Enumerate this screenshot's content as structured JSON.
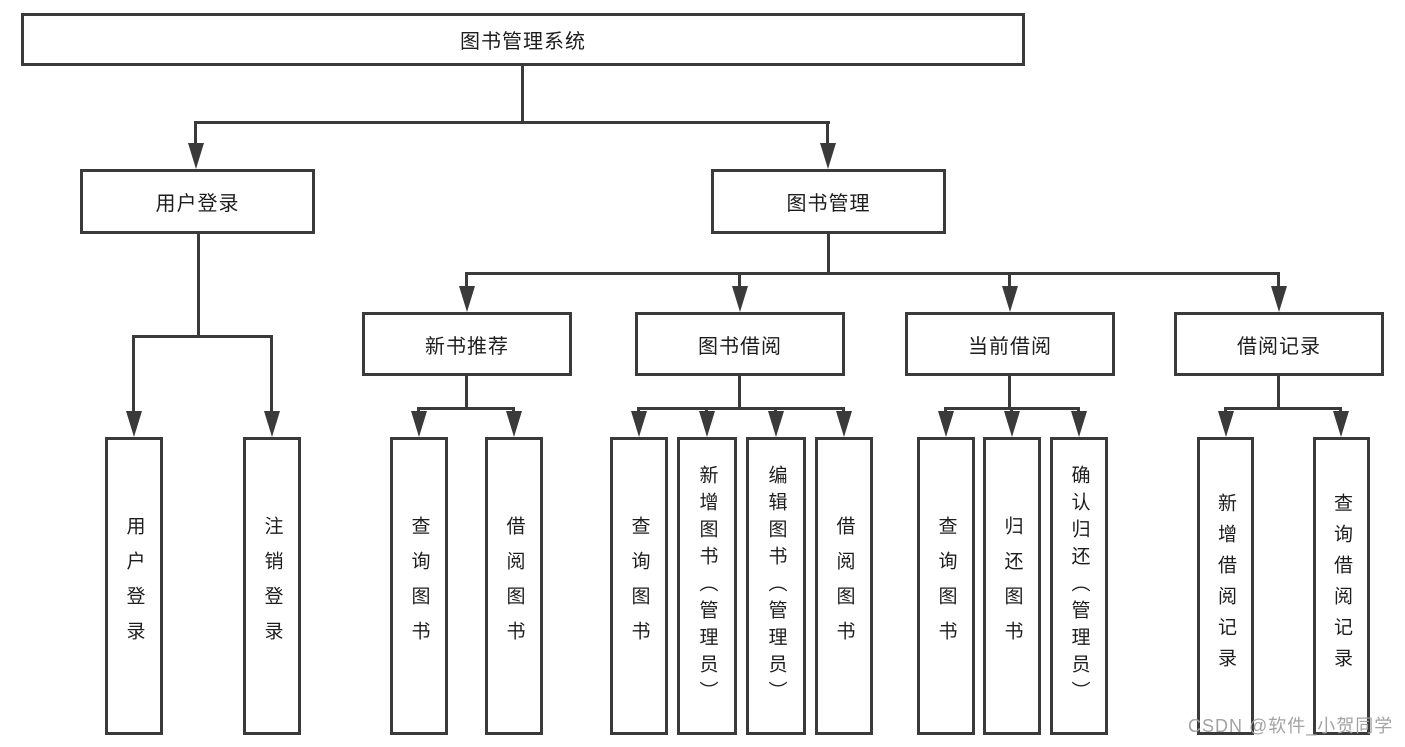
{
  "tree": {
    "label": "图书管理系统",
    "children": [
      {
        "label": "用户登录",
        "children": [
          {
            "label": "用户登录"
          },
          {
            "label": "注销登录"
          }
        ]
      },
      {
        "label": "图书管理",
        "children": [
          {
            "label": "新书推荐",
            "children": [
              {
                "label": "查询图书"
              },
              {
                "label": "借阅图书"
              }
            ]
          },
          {
            "label": "图书借阅",
            "children": [
              {
                "label": "查询图书"
              },
              {
                "label": "新增图书（管理员）"
              },
              {
                "label": "编辑图书（管理员）"
              },
              {
                "label": "借阅图书"
              }
            ]
          },
          {
            "label": "当前借阅",
            "children": [
              {
                "label": "查询图书"
              },
              {
                "label": "归还图书"
              },
              {
                "label": "确认归还（管理员）"
              }
            ]
          },
          {
            "label": "借阅记录",
            "children": [
              {
                "label": "新增借阅记录"
              },
              {
                "label": "查询借阅记录"
              }
            ]
          }
        ]
      }
    ]
  },
  "watermark": "CSDN @软件_小贺同学",
  "colors": {
    "line": "#3a3a3a",
    "text": "#1d1d1d",
    "watermark": "#a3a3a3",
    "background": "#ffffff"
  }
}
